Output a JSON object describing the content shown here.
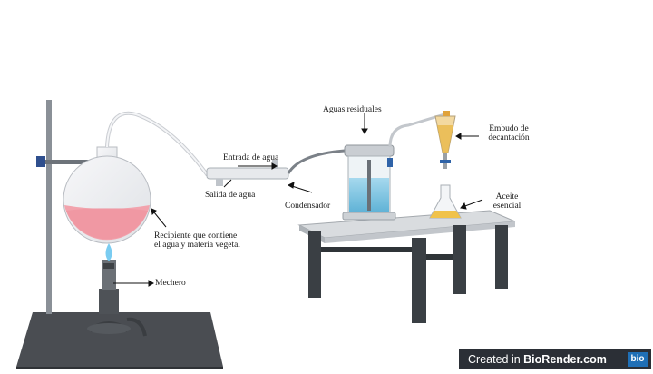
{
  "labels": {
    "entrada_agua": "Entrada de agua",
    "salida_agua": "Salida de agua",
    "condensador": "Condensador",
    "aguas_residuales": "Aguas residuales",
    "embudo_line1": "Embudo de",
    "embudo_line2": "decantación",
    "aceite_line1": "Aceite",
    "aceite_line2": "esencial",
    "recipiente_line1": "Recipiente que contiene",
    "recipiente_line2": "el agua y materia vegetal",
    "mechero": "Mechero"
  },
  "credit": {
    "prefix": "Created in ",
    "brand": "BioRender.com",
    "logo": "bio"
  },
  "colors": {
    "pink_liquid": "#f2a3ad",
    "blue_water": "#7cc3df",
    "oil": "#f0c24a",
    "table_dark": "#3a3f44",
    "base_dark": "#4a4d52"
  }
}
